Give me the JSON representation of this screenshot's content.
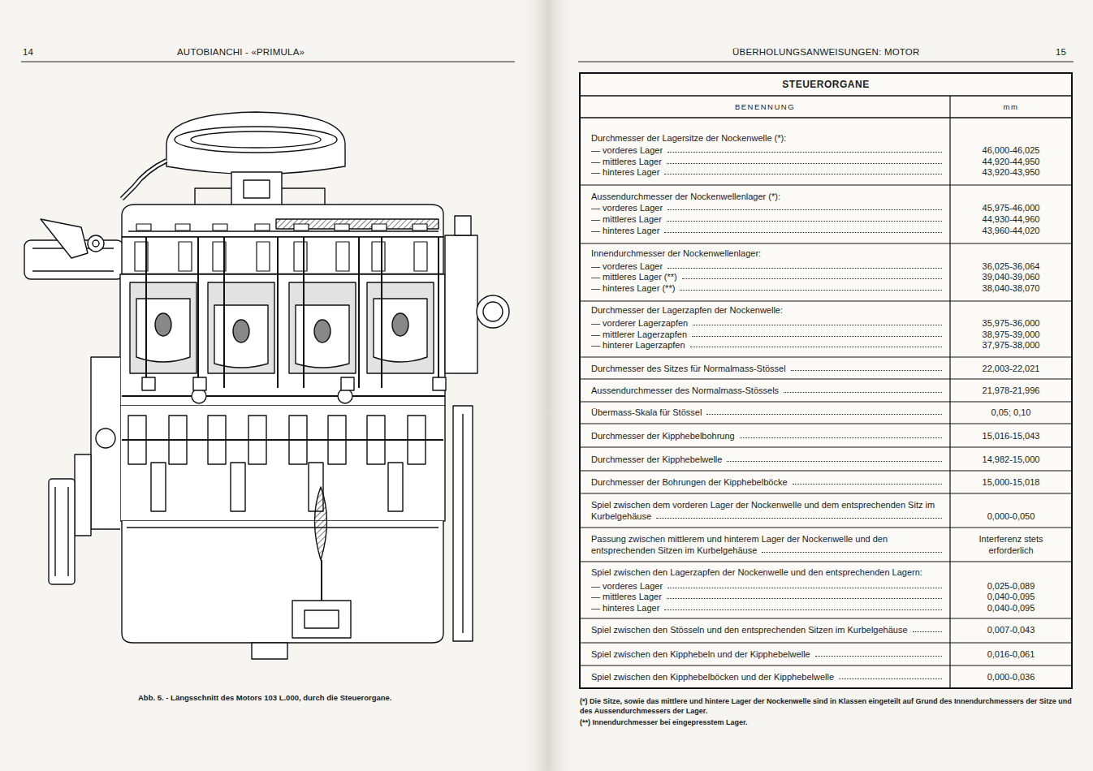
{
  "diagram": {
    "title": "STEUERORGANE",
    "caption": "Abb. 5. - Längsschnitt des Motors 103 L.000, durch die Steuerorgane.",
    "labels": [
      "14",
      "AUTOBIANCHI - «PRIMULA»",
      "ÜBERHOLUNGSANWEISUNGEN: MOTOR",
      "15",
      "BENENNUNG",
      "mm",
      "Durchmesser der Lagersitze der Nockenwelle (*):",
      "— vorderes Lager",
      "— mittleres Lager",
      "— hinteres Lager",
      "46,000-46,025",
      "44,920-44,950",
      "43,920-43,950",
      "Aussendurchmesser der Nockenwellenlager (*):",
      "— vorderes Lager",
      "— mittleres Lager",
      "— hinteres Lager",
      "45,975-46,000",
      "44,930-44,960",
      "43,960-44,020",
      "Innendurchmesser der Nockenwellenlager:",
      "— vorderes Lager",
      "— mittleres Lager (**)",
      "— hinteres Lager (**)",
      "36,025-36,064",
      "39,040-39,060",
      "38,040-38,070",
      "Durchmesser der Lagerzapfen der Nockenwelle:",
      "— vorderer Lagerzapfen",
      "— mittlerer Lagerzapfen",
      "— hinterer Lagerzapfen",
      "35,975-36,000",
      "38,975-39,000",
      "37,975-38,000",
      "Durchmesser des Sitzes für Normalmass-Stössel",
      "22,003-22,021",
      "Aussendurchmesser des Normalmass-Stössels",
      "21,978-21,996",
      "Übermass-Skala für Stössel",
      "0,05; 0,10",
      "Durchmesser der Kipphebelbohrung",
      "15,016-15,043",
      "Durchmesser der Kipphebelwelle",
      "14,982-15,000",
      "Durchmesser der Bohrungen der Kipphebelböcke",
      "15,000-15,018",
      "Spiel zwischen dem vorderen Lager der Nockenwelle und dem entsprechenden Sitz im Kurbelgehäuse",
      "0,000-0,050",
      "Passung zwischen mittlerem und hinterem Lager der Nockenwelle und den entsprechenden Sitzen im Kurbelgehäuse",
      "Interferenz stets erforderlich",
      "Spiel zwischen den Lagerzapfen der Nockenwelle und den entsprechenden Lagern:",
      "— vorderes Lager",
      "— mittleres Lager",
      "— hinteres Lager",
      "0,025-0,089",
      "0,040-0,095",
      "0,040-0,095",
      "Spiel zwischen den Stösseln und den entsprechenden Sitzen im Kurbelgehäuse",
      "0,007-0,043",
      "Spiel zwischen den Kipphebeln und der Kipphebelwelle",
      "0,016-0,061",
      "Spiel zwischen den Kipphebelböcken und der Kipphebelwelle",
      "0,000-0,036",
      "(*) Die Sitze, sowie das mittlere und hintere Lager der Nockenwelle sind in Klassen eingeteilt auf Grund des Innendurchmessers der Sitze und des Aussendurchmessers der Lager.",
      "(**) Innendurchmesser bei eingepresstem Lager."
    ]
  }
}
